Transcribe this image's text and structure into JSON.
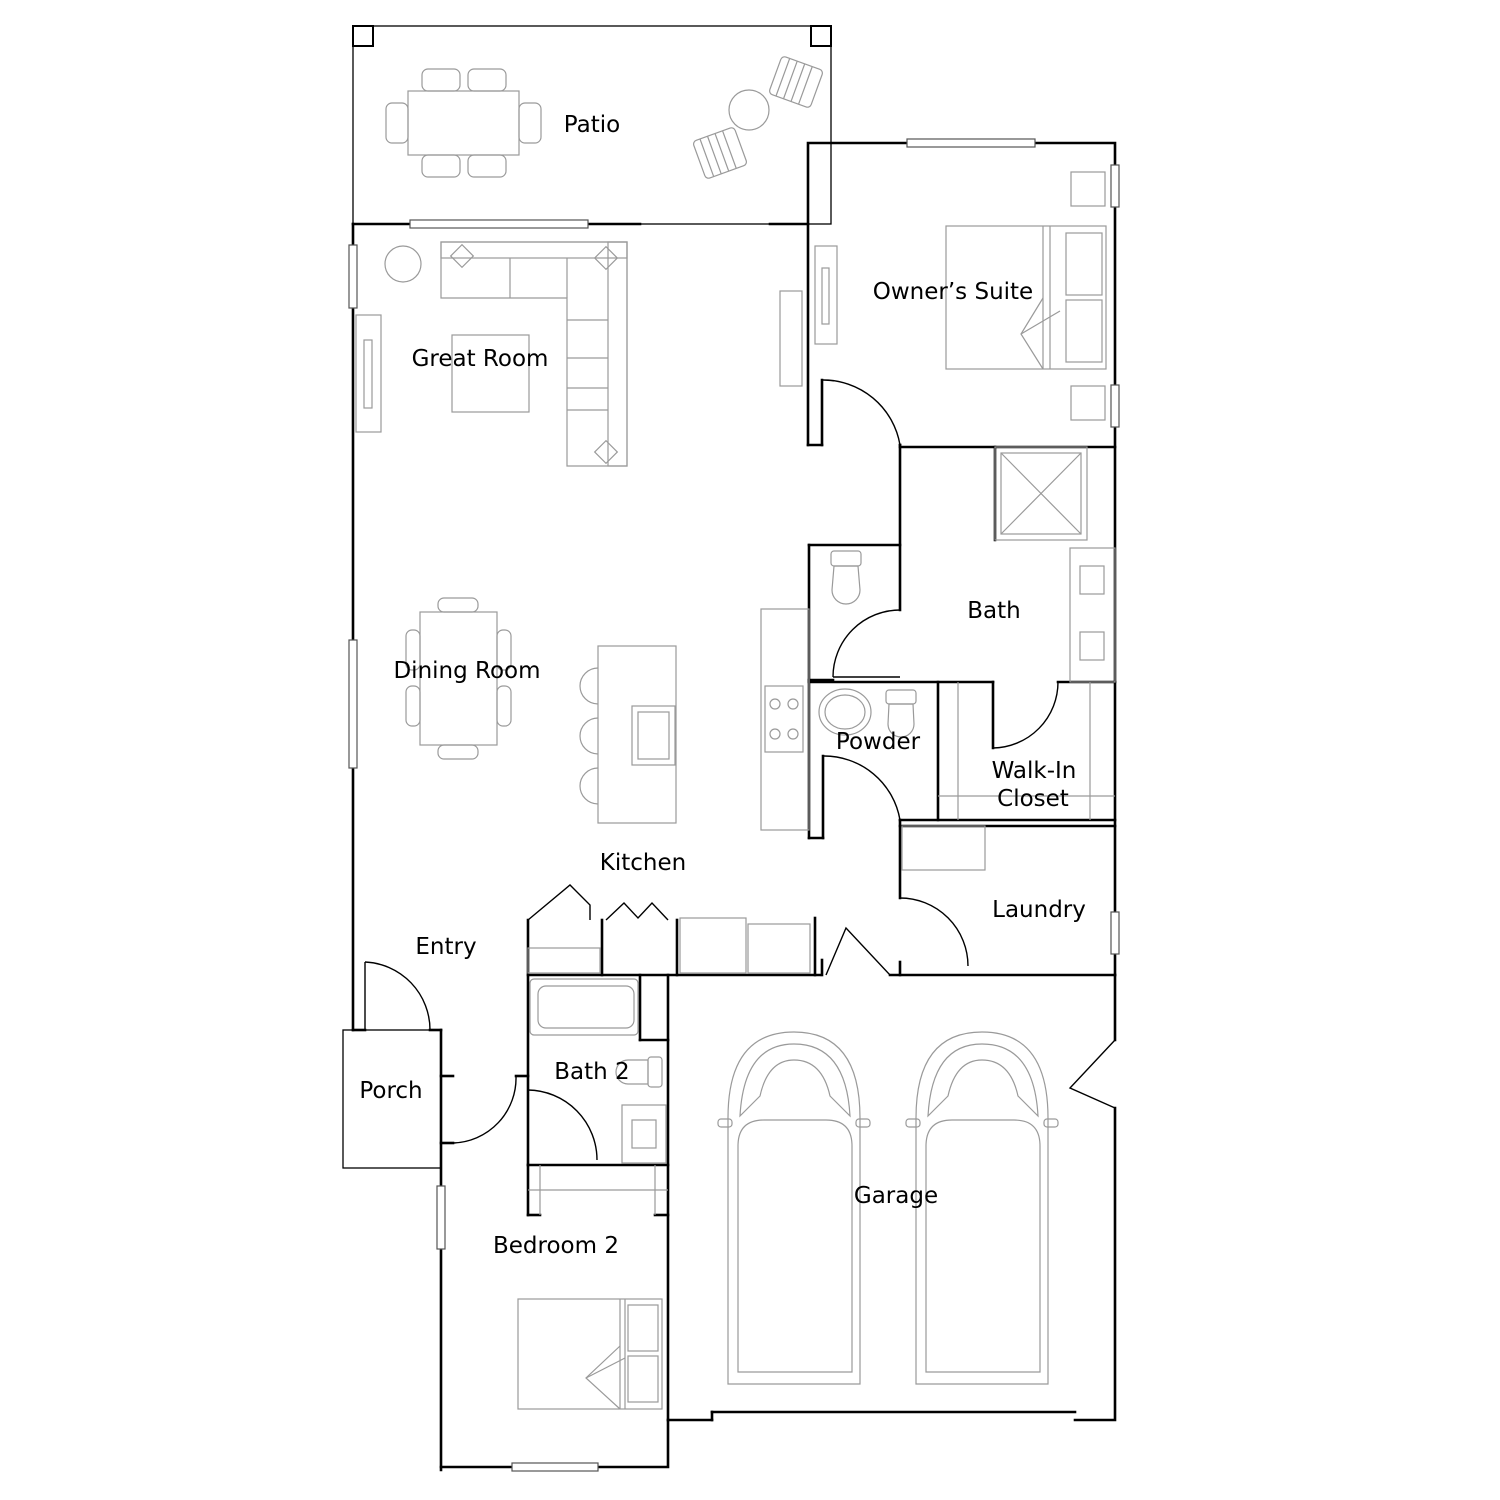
{
  "plan": {
    "rooms": {
      "patio": "Patio",
      "owners_suite": "Owner’s Suite",
      "great_room": "Great Room",
      "bath": "Bath",
      "dining_room": "Dining Room",
      "powder": "Powder",
      "walk_in_closet_line1": "Walk-In",
      "walk_in_closet_line2": "Closet",
      "kitchen": "Kitchen",
      "laundry": "Laundry",
      "entry": "Entry",
      "porch": "Porch",
      "bath_2": "Bath 2",
      "garage": "Garage",
      "bedroom_2": "Bedroom 2"
    }
  }
}
